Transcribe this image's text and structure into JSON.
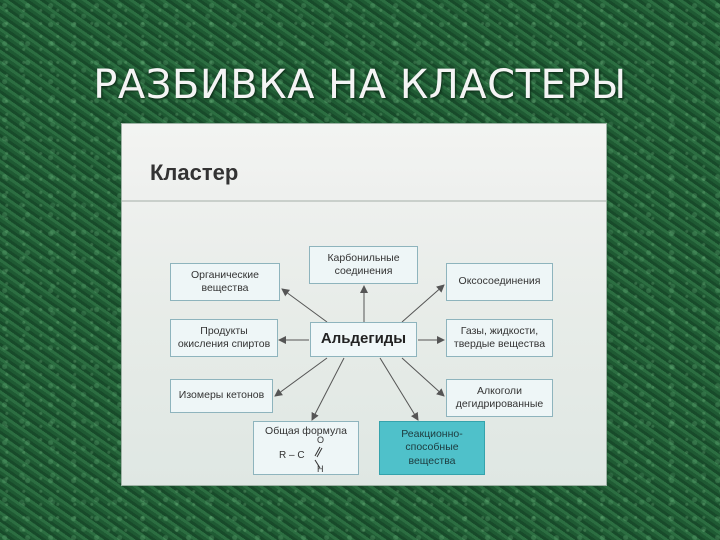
{
  "title": "РАЗБИВКА НА КЛАСТЕРЫ",
  "slide": {
    "heading": "Кластер",
    "center": "Альдегиды",
    "nodes": {
      "organic": "Органические\nвещества",
      "carbonyl": "Карбонильные\nсоединения",
      "oxo": "Оксосоединения",
      "products": "Продукты\nокисления спиртов",
      "states": "Газы, жидкости,\nтвердые вещества",
      "isomers": "Изомеры кетонов",
      "alcohols": "Алкоголи\nдегидрированные",
      "formula": {
        "label": "Общая формула",
        "o": "O",
        "rc": "R – C",
        "h": "H"
      },
      "reactive": "Реакционно-\nспособные\nвещества"
    },
    "colors": {
      "box_fill": "#eef6f7",
      "box_border": "#8eb4bd",
      "highlight_fill": "#4fc1ca",
      "arrow": "#555555"
    }
  }
}
